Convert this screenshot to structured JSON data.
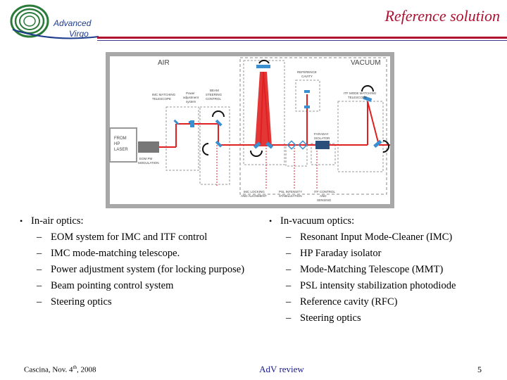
{
  "header": {
    "logo_line1": "Advanced",
    "logo_line2": "Virgo",
    "title": "Reference solution"
  },
  "diagram": {
    "region_air": "AIR",
    "region_vacuum": "VACUUM",
    "laser_box": [
      "FROM",
      "HP",
      "LASER"
    ],
    "eom_label": [
      "EOM PM",
      "MODULATION"
    ],
    "imc_telescope": [
      "IMC MATCHING",
      "TELESCOPE"
    ],
    "power_adjust": [
      "Power",
      "adjustment",
      "system"
    ],
    "beam_steering": [
      "BEAM",
      "STEERING",
      "CONTROL"
    ],
    "reference_cavity": [
      "REFERENCE",
      "CAVITY"
    ],
    "itf_telescope": [
      "ITF MODE MATCHING",
      "TELESCOPE"
    ],
    "faraday": [
      "FARADAY",
      "ISOLATOR"
    ],
    "imc_locking": [
      "IMC LOCKING",
      "AND ALIGNMENT"
    ],
    "psl_intensity": [
      "PSL INTENSITY",
      "STABILIZATION"
    ],
    "itf_control": [
      "ITF CONTROL",
      "AND",
      "SENSING"
    ],
    "colors": {
      "beam": "#e02020",
      "optic": "#3a8fd0",
      "frame": "#a0a0a0",
      "text": "#444444"
    }
  },
  "left_column": {
    "heading": "In-air optics:",
    "items": [
      "EOM system for IMC and ITF control",
      "IMC mode-matching telescope.",
      "Power adjustment system (for locking purpose)",
      "Beam pointing control system",
      "Steering optics"
    ]
  },
  "right_column": {
    "heading": "In-vacuum optics:",
    "items": [
      "Resonant Input Mode-Cleaner (IMC)",
      "HP Faraday isolator",
      "Mode-Matching Telescope (MMT)",
      "PSL intensity stabilization photodiode",
      "Reference cavity (RFC)",
      "Steering optics"
    ]
  },
  "footer": {
    "location_date": "Cascina, Nov. 4",
    "date_sup": "th",
    "year": ", 2008",
    "center": "AdV review",
    "page": "5"
  }
}
